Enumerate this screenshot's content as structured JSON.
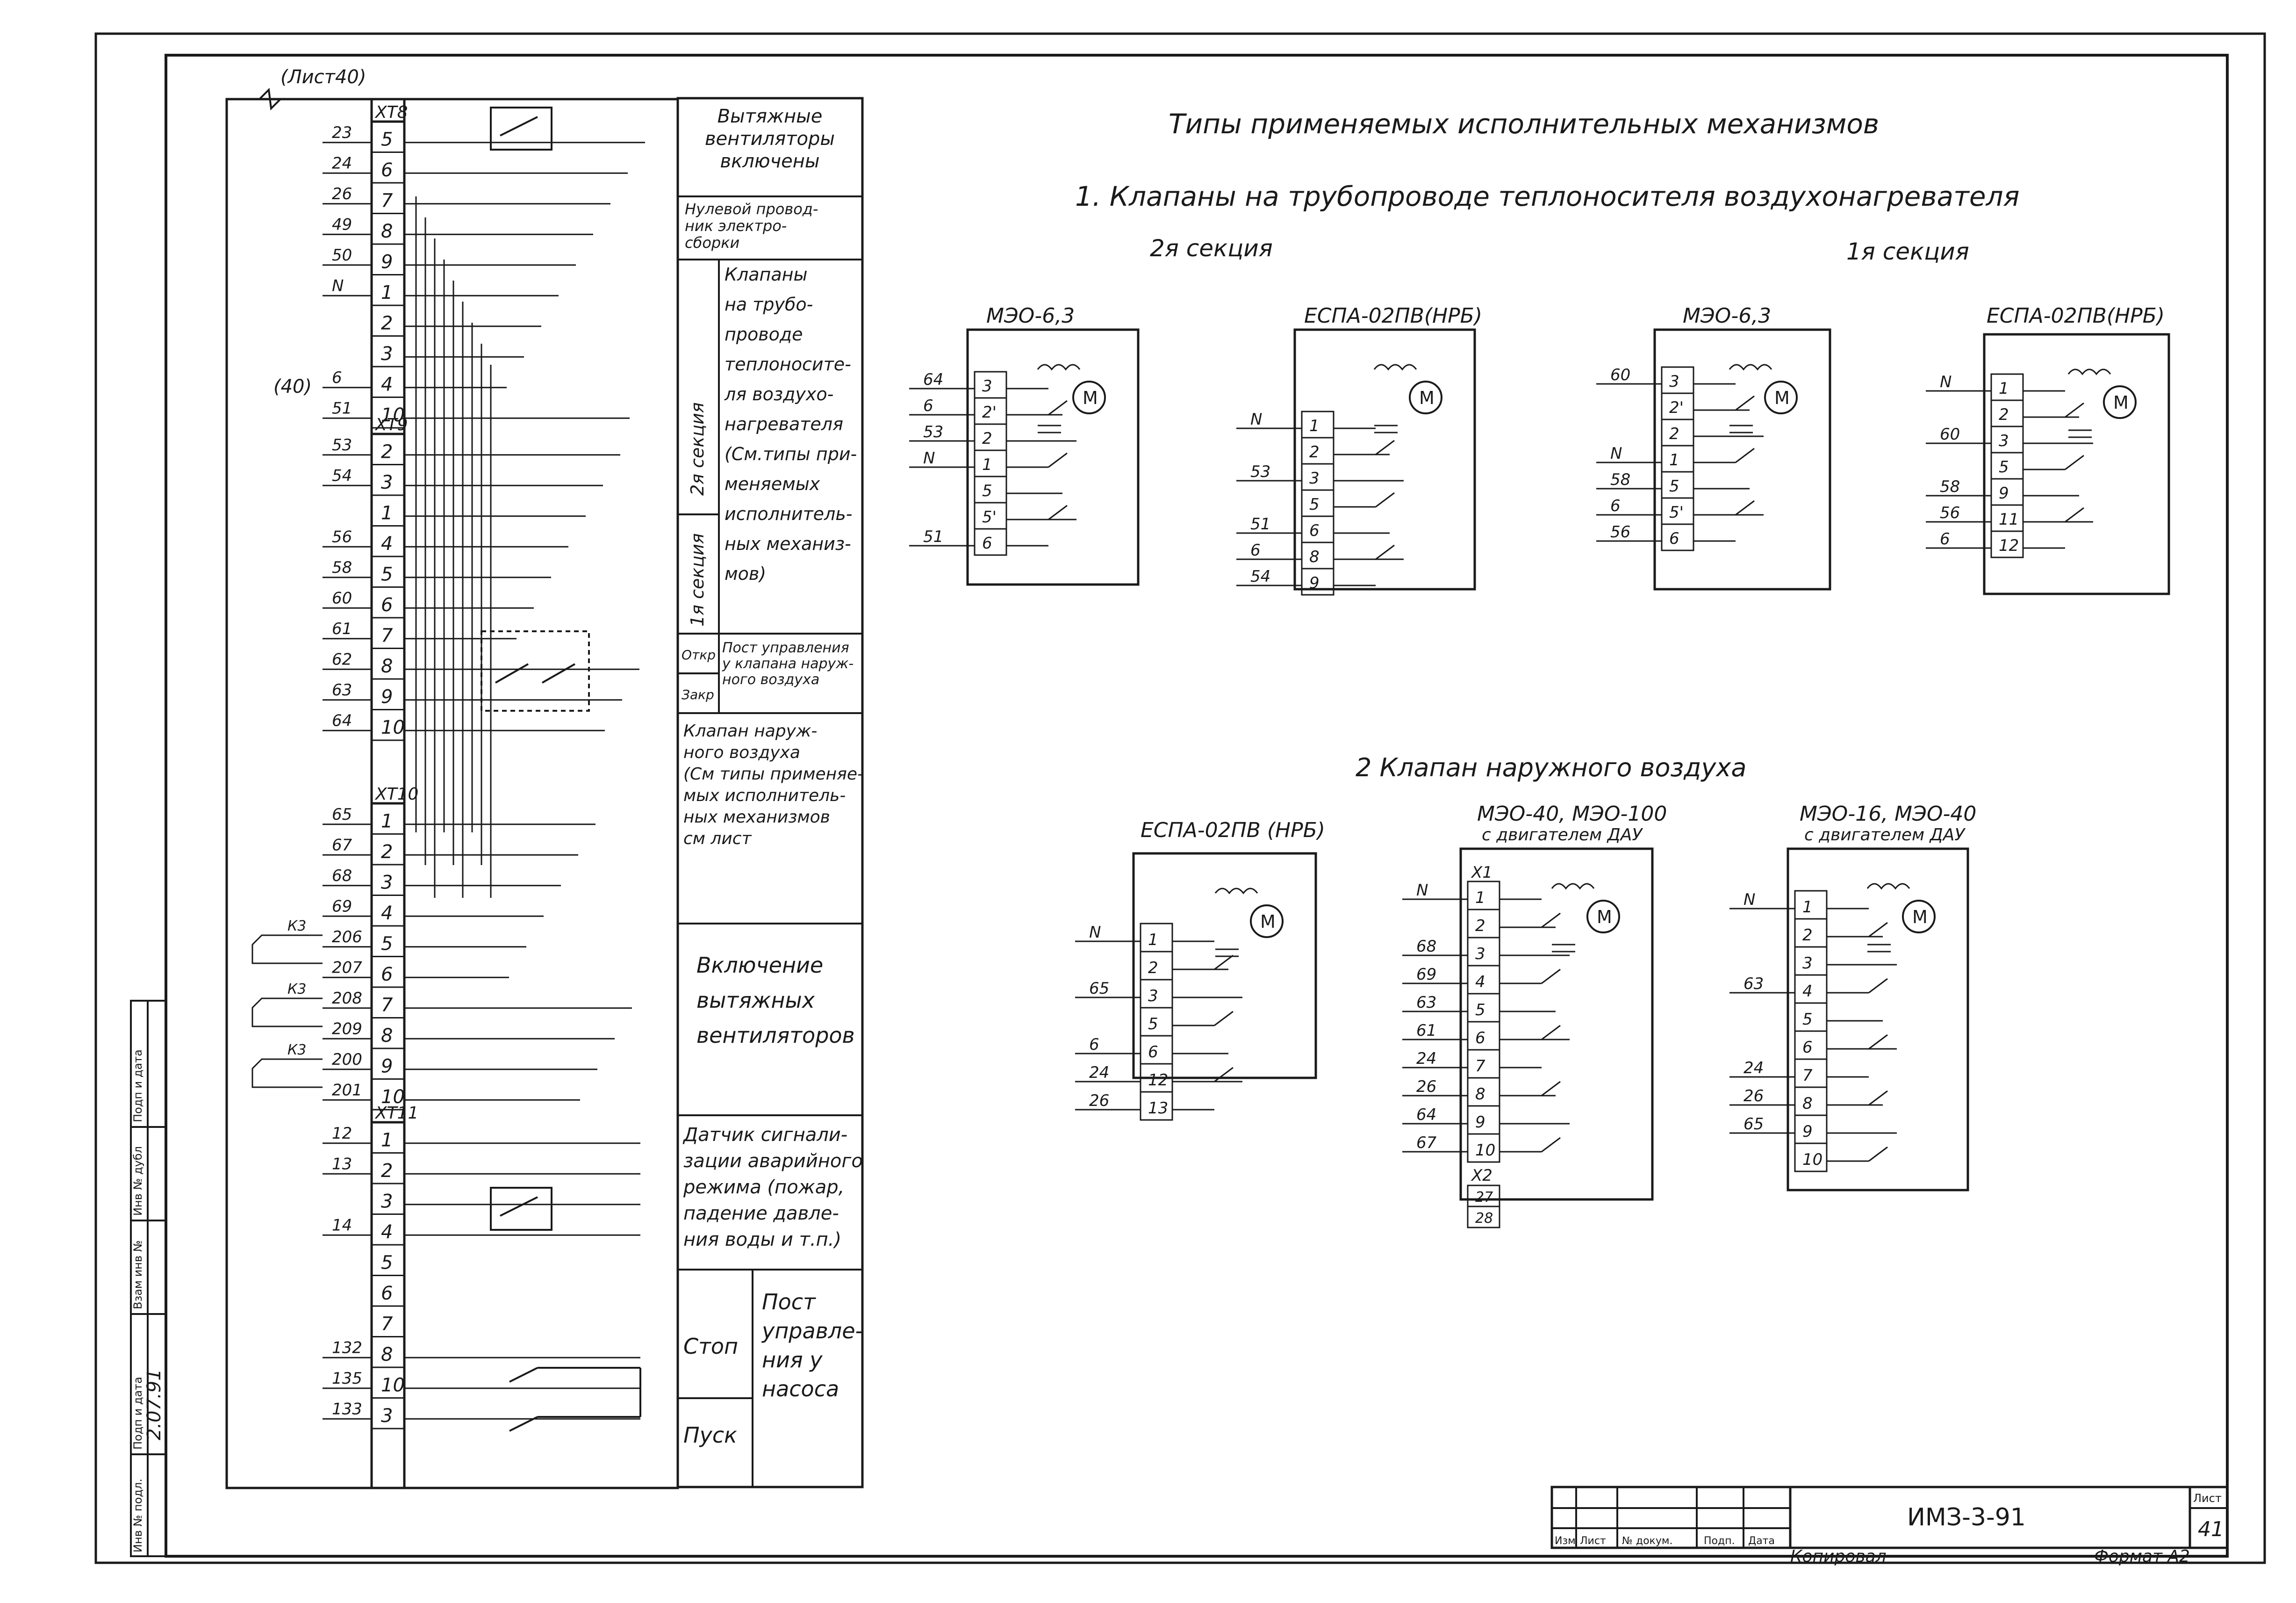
{
  "top_ref": "(Лист40)",
  "main_title": "Типы применяемых исполнительных механизмов",
  "section1_title": "1. Клапаны на трубопроводе теплоносителя воздухонагревателя",
  "section2_title": "2 Клапан наружного воздуха",
  "sec2_label": "2я секция",
  "sec1_label": "1я секция",
  "left_extra_label": "(40)",
  "terminal_blocks": [
    {
      "name": "XT8",
      "rows": [
        {
          "t": "5",
          "w": "23"
        },
        {
          "t": "6",
          "w": "24"
        },
        {
          "t": "7",
          "w": "26"
        },
        {
          "t": "8",
          "w": "49"
        },
        {
          "t": "9",
          "w": "50"
        },
        {
          "t": "1",
          "w": "N"
        },
        {
          "t": "2",
          "w": ""
        },
        {
          "t": "3",
          "w": ""
        },
        {
          "t": "4",
          "w": "6"
        },
        {
          "t": "10",
          "w": "51"
        }
      ]
    },
    {
      "name": "XT9",
      "rows": [
        {
          "t": "2",
          "w": "53"
        },
        {
          "t": "3",
          "w": "54"
        },
        {
          "t": "1",
          "w": ""
        },
        {
          "t": "4",
          "w": "56"
        },
        {
          "t": "5",
          "w": "58"
        },
        {
          "t": "6",
          "w": "60"
        },
        {
          "t": "7",
          "w": "61"
        },
        {
          "t": "8",
          "w": "62"
        },
        {
          "t": "9",
          "w": "63"
        },
        {
          "t": "10",
          "w": "64"
        }
      ]
    },
    {
      "name": "XT10",
      "rows": [
        {
          "t": "1",
          "w": "65"
        },
        {
          "t": "2",
          "w": "67"
        },
        {
          "t": "3",
          "w": "68"
        },
        {
          "t": "4",
          "w": "69"
        },
        {
          "t": "5",
          "w": "206"
        },
        {
          "t": "6",
          "w": "207"
        },
        {
          "t": "7",
          "w": "208"
        },
        {
          "t": "8",
          "w": "209"
        },
        {
          "t": "9",
          "w": "200"
        },
        {
          "t": "10",
          "w": "201"
        }
      ]
    },
    {
      "name": "XT11",
      "rows": [
        {
          "t": "1",
          "w": "12"
        },
        {
          "t": "2",
          "w": "13"
        },
        {
          "t": "3",
          "w": ""
        },
        {
          "t": "4",
          "w": "14"
        },
        {
          "t": "5",
          "w": ""
        },
        {
          "t": "6",
          "w": ""
        },
        {
          "t": "7",
          "w": ""
        },
        {
          "t": "8",
          "w": "132"
        },
        {
          "t": "10",
          "w": "135"
        },
        {
          "t": "3",
          "w": "133"
        }
      ]
    }
  ],
  "k_labels": [
    "К3",
    "К3",
    "К3"
  ],
  "legend": {
    "exhaust_fans_on": [
      "Вытяжные",
      "вентиляторы",
      "включены"
    ],
    "neutral": [
      "Нулевой провод-",
      "ник электро-",
      "сборки"
    ],
    "valves_side_2": "2я секция",
    "valves_side_1": "1я секция",
    "valves_text": [
      "Клапаны",
      "на трубо-",
      "проводе",
      "теплоносите-",
      "ля воздухо-",
      "нагревателя",
      "(См.типы при-",
      "меняемых",
      "исполнитель-",
      "ных механиз-",
      "мов)"
    ],
    "open": "Откр",
    "close": "Закр",
    "post_valve": [
      "Пост управления",
      "у клапана наруж-",
      "ного воздуха"
    ],
    "outdoor_valve": [
      "Клапан наруж-",
      "ного воздуха",
      "(См типы применяе-",
      "мых исполнитель-",
      "ных механизмов",
      "см лист"
    ],
    "fans_switch": [
      "Включение",
      "вытяжных",
      "вентиляторов"
    ],
    "alarm_sensor": [
      "Датчик сигнали-",
      "зации аварийного",
      "режима (пожар,",
      "падение давле-",
      "ния воды и т.п.)"
    ],
    "stop": "Стоп",
    "start": "Пуск",
    "pump_post": [
      "Пост",
      "управле-",
      "ния у",
      "насоса"
    ]
  },
  "mechanisms": [
    {
      "title": "МЭО-6,3",
      "terms": [
        "3",
        "2'",
        "2",
        "1",
        "5",
        "5'",
        "6"
      ],
      "wires": [
        "64",
        "6",
        "53",
        "N",
        "",
        "",
        "51"
      ]
    },
    {
      "title": "ЕСПА-02ПВ(НРБ)",
      "terms": [
        "1",
        "2",
        "3",
        "5",
        "6",
        "8",
        "9"
      ],
      "wires": [
        "N",
        "",
        "53",
        "",
        "51",
        "6",
        "54"
      ]
    },
    {
      "title": "МЭО-6,3",
      "terms": [
        "3",
        "2'",
        "2",
        "1",
        "5",
        "5'",
        "6"
      ],
      "wires": [
        "60",
        "",
        "",
        "N",
        "58",
        "6",
        "56"
      ]
    },
    {
      "title": "ЕСПА-02ПВ(НРБ)",
      "terms": [
        "1",
        "2",
        "3",
        "5",
        "9",
        "11",
        "12"
      ],
      "wires": [
        "N",
        "",
        "60",
        "",
        "58",
        "56",
        "6"
      ]
    },
    {
      "title": "ЕСПА-02ПВ (НРБ)",
      "terms": [
        "1",
        "2",
        "3",
        "5",
        "6",
        "12",
        "13"
      ],
      "wires": [
        "N",
        "",
        "65",
        "",
        "6",
        "24",
        "26"
      ]
    },
    {
      "title": "МЭО-40, МЭО-100",
      "subtitle": "с двигателем ДАУ",
      "x1": "X1",
      "x2": "X2",
      "terms": [
        "1",
        "2",
        "3",
        "4",
        "5",
        "6",
        "7",
        "8",
        "9",
        "10"
      ],
      "terms_x2": [
        "27",
        "28"
      ],
      "wires": [
        "N",
        "",
        "68",
        "69",
        "63",
        "61",
        "24",
        "26",
        "64",
        "67"
      ]
    },
    {
      "title": "МЭО-16, МЭО-40",
      "subtitle": "с двигателем ДАУ",
      "terms": [
        "1",
        "2",
        "3",
        "4",
        "5",
        "6",
        "7",
        "8",
        "9",
        "10"
      ],
      "wires": [
        "N",
        "",
        "",
        "63",
        "",
        "",
        "24",
        "26",
        "65",
        ""
      ]
    }
  ],
  "motor_symbol": "M",
  "title_block": {
    "code": "ИМЗ-3-91",
    "sheet_label": "Лист",
    "sheet": "41",
    "columns": [
      "Изм",
      "Лист",
      "№ докум.",
      "Подп.",
      "Дата"
    ],
    "copied": "Копировал",
    "format": "Формат А2"
  },
  "side_stamp": [
    "Инв № подл.",
    "Подп и дата",
    "Взам инв №",
    "Инв № дубл",
    "Подп и дата"
  ],
  "side_stamp_sign": "2.07.91"
}
